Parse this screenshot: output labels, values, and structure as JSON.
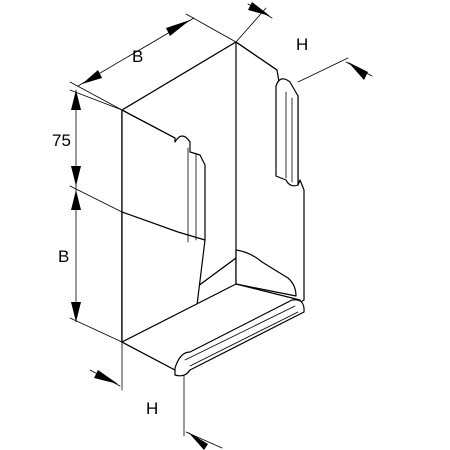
{
  "dimensions": {
    "top_width_label": "B",
    "top_height_label": "H",
    "side_height_label": "75",
    "side_depth_label": "B",
    "bottom_height_label": "H"
  }
}
